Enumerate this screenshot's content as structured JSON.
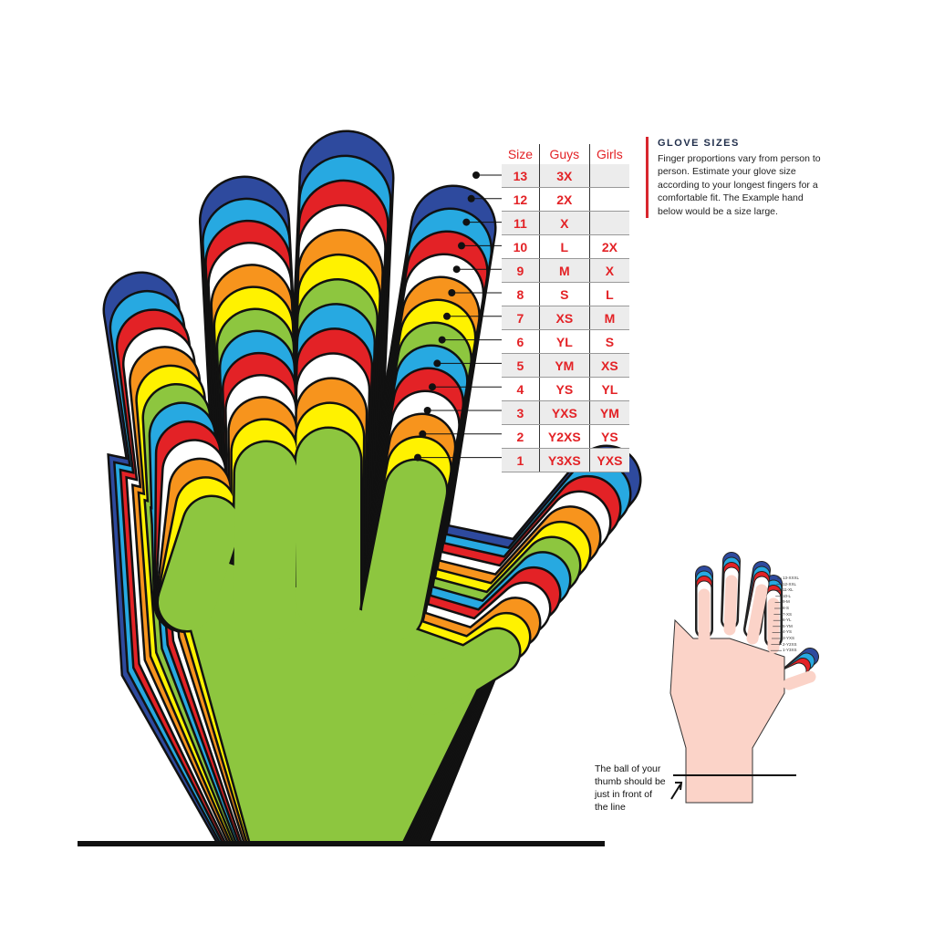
{
  "info": {
    "title": "GLOVE SIZES",
    "text": "Finger proportions vary from person to person. Estimate your glove size according to your longest fingers for a comfortable fit. The Example hand below would be a size large."
  },
  "table": {
    "headers": [
      "Size",
      "Guys",
      "Girls"
    ],
    "rows": [
      [
        "13",
        "3X",
        ""
      ],
      [
        "12",
        "2X",
        ""
      ],
      [
        "11",
        "X",
        ""
      ],
      [
        "10",
        "L",
        "2X"
      ],
      [
        "9",
        "M",
        "X"
      ],
      [
        "8",
        "S",
        "L"
      ],
      [
        "7",
        "XS",
        "M"
      ],
      [
        "6",
        "YL",
        "S"
      ],
      [
        "5",
        "YM",
        "XS"
      ],
      [
        "4",
        "YS",
        "YL"
      ],
      [
        "3",
        "YXS",
        "YM"
      ],
      [
        "2",
        "Y2XS",
        "YS"
      ],
      [
        "1",
        "Y3XS",
        "YXS"
      ]
    ]
  },
  "layer_colors": [
    "#2e4a9e",
    "#27a9e1",
    "#e32226",
    "#ffffff",
    "#f7941d",
    "#fff200",
    "#8dc63f",
    "#27a9e1",
    "#e32226",
    "#ffffff",
    "#f7941d",
    "#fff200",
    "#8dc63f"
  ],
  "example": {
    "note": "The ball of your thumb should be just in front of the line",
    "labels": [
      "13-XXXL",
      "12-XXL",
      "11-XL",
      "10-L",
      "9-M",
      "8-S",
      "7-XS",
      "6-YL",
      "5-YM",
      "4-YS",
      "3-YXS",
      "2-Y2XS",
      "1-Y3XS"
    ]
  }
}
